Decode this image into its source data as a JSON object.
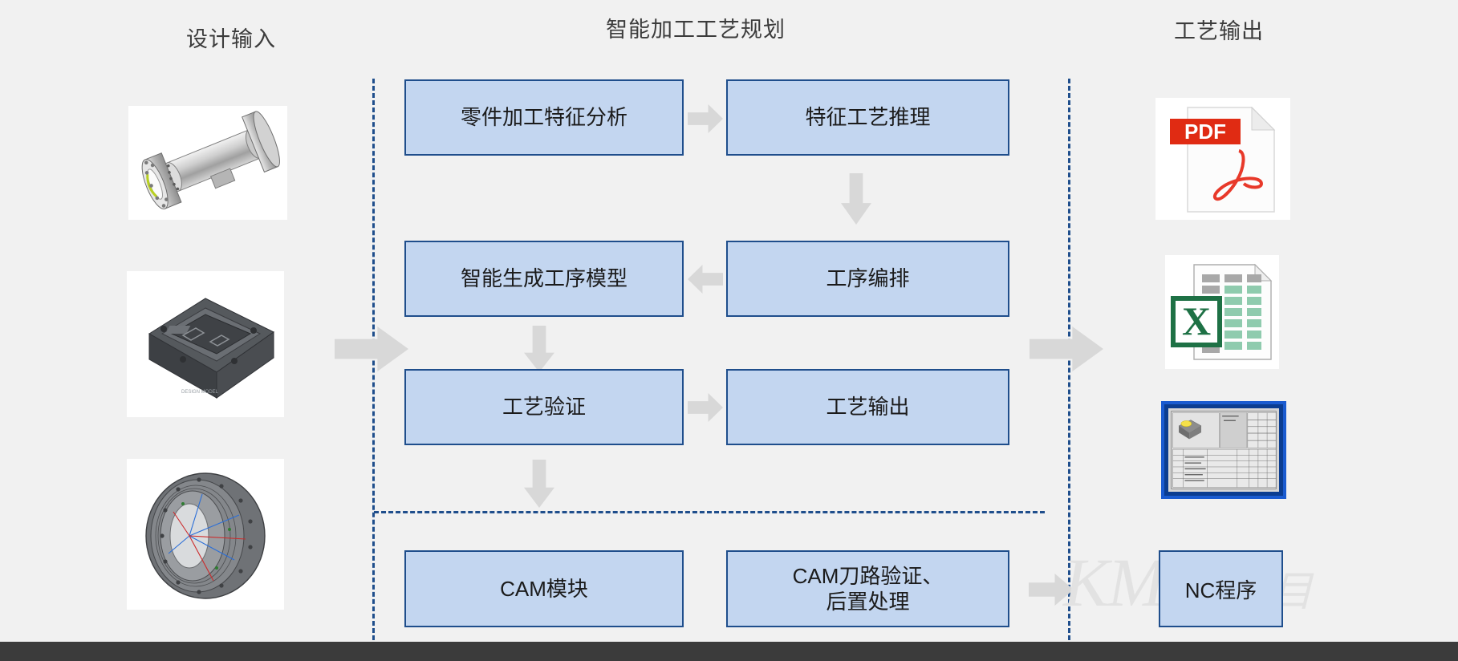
{
  "columns": {
    "input_title": "设计输入",
    "center_title": "智能加工工艺规划",
    "output_title": "工艺输出"
  },
  "flow": {
    "boxes": [
      {
        "id": "feature-analysis",
        "label": "零件加工特征分析"
      },
      {
        "id": "feature-reasoning",
        "label": "特征工艺推理"
      },
      {
        "id": "process-model",
        "label": "智能生成工序模型"
      },
      {
        "id": "process-sequence",
        "label": "工序编排"
      },
      {
        "id": "process-verify",
        "label": "工艺验证"
      },
      {
        "id": "process-output",
        "label": "工艺输出"
      },
      {
        "id": "cam-module",
        "label": "CAM模块"
      },
      {
        "id": "cam-toolpath",
        "label": "CAM刀路验证、\n后置处理"
      }
    ],
    "nc_program": "NC程序",
    "cam_toolpath_line1": "CAM刀路验证、",
    "cam_toolpath_line2": "后置处理"
  },
  "inputs": [
    {
      "id": "shaft-housing-model",
      "icon": "3d-shaft-model"
    },
    {
      "id": "mold-plate-model",
      "icon": "3d-mold-plate-model"
    },
    {
      "id": "engine-casing-model",
      "icon": "3d-engine-casing-model"
    }
  ],
  "outputs": [
    {
      "id": "pdf-document",
      "icon": "pdf-file-icon",
      "badge": "PDF"
    },
    {
      "id": "excel-sheet",
      "icon": "excel-file-icon",
      "badge": "X"
    },
    {
      "id": "process-card",
      "icon": "process-sheet-icon",
      "badge": ""
    },
    {
      "id": "nc-program",
      "icon": "nc-program-box",
      "badge": "NC程序"
    }
  ],
  "watermark": {
    "mark": "KM",
    "suffix": "Soft 开目"
  },
  "colors": {
    "box_fill": "#c3d6f0",
    "box_border": "#1f4e8c",
    "arrow": "#d8d8d8",
    "background": "#f1f1f1",
    "dashed_divider": "#1f4e8c",
    "pdf_red": "#e02b13",
    "excel_green": "#1e7145",
    "title_text": "#3c3c3c"
  }
}
